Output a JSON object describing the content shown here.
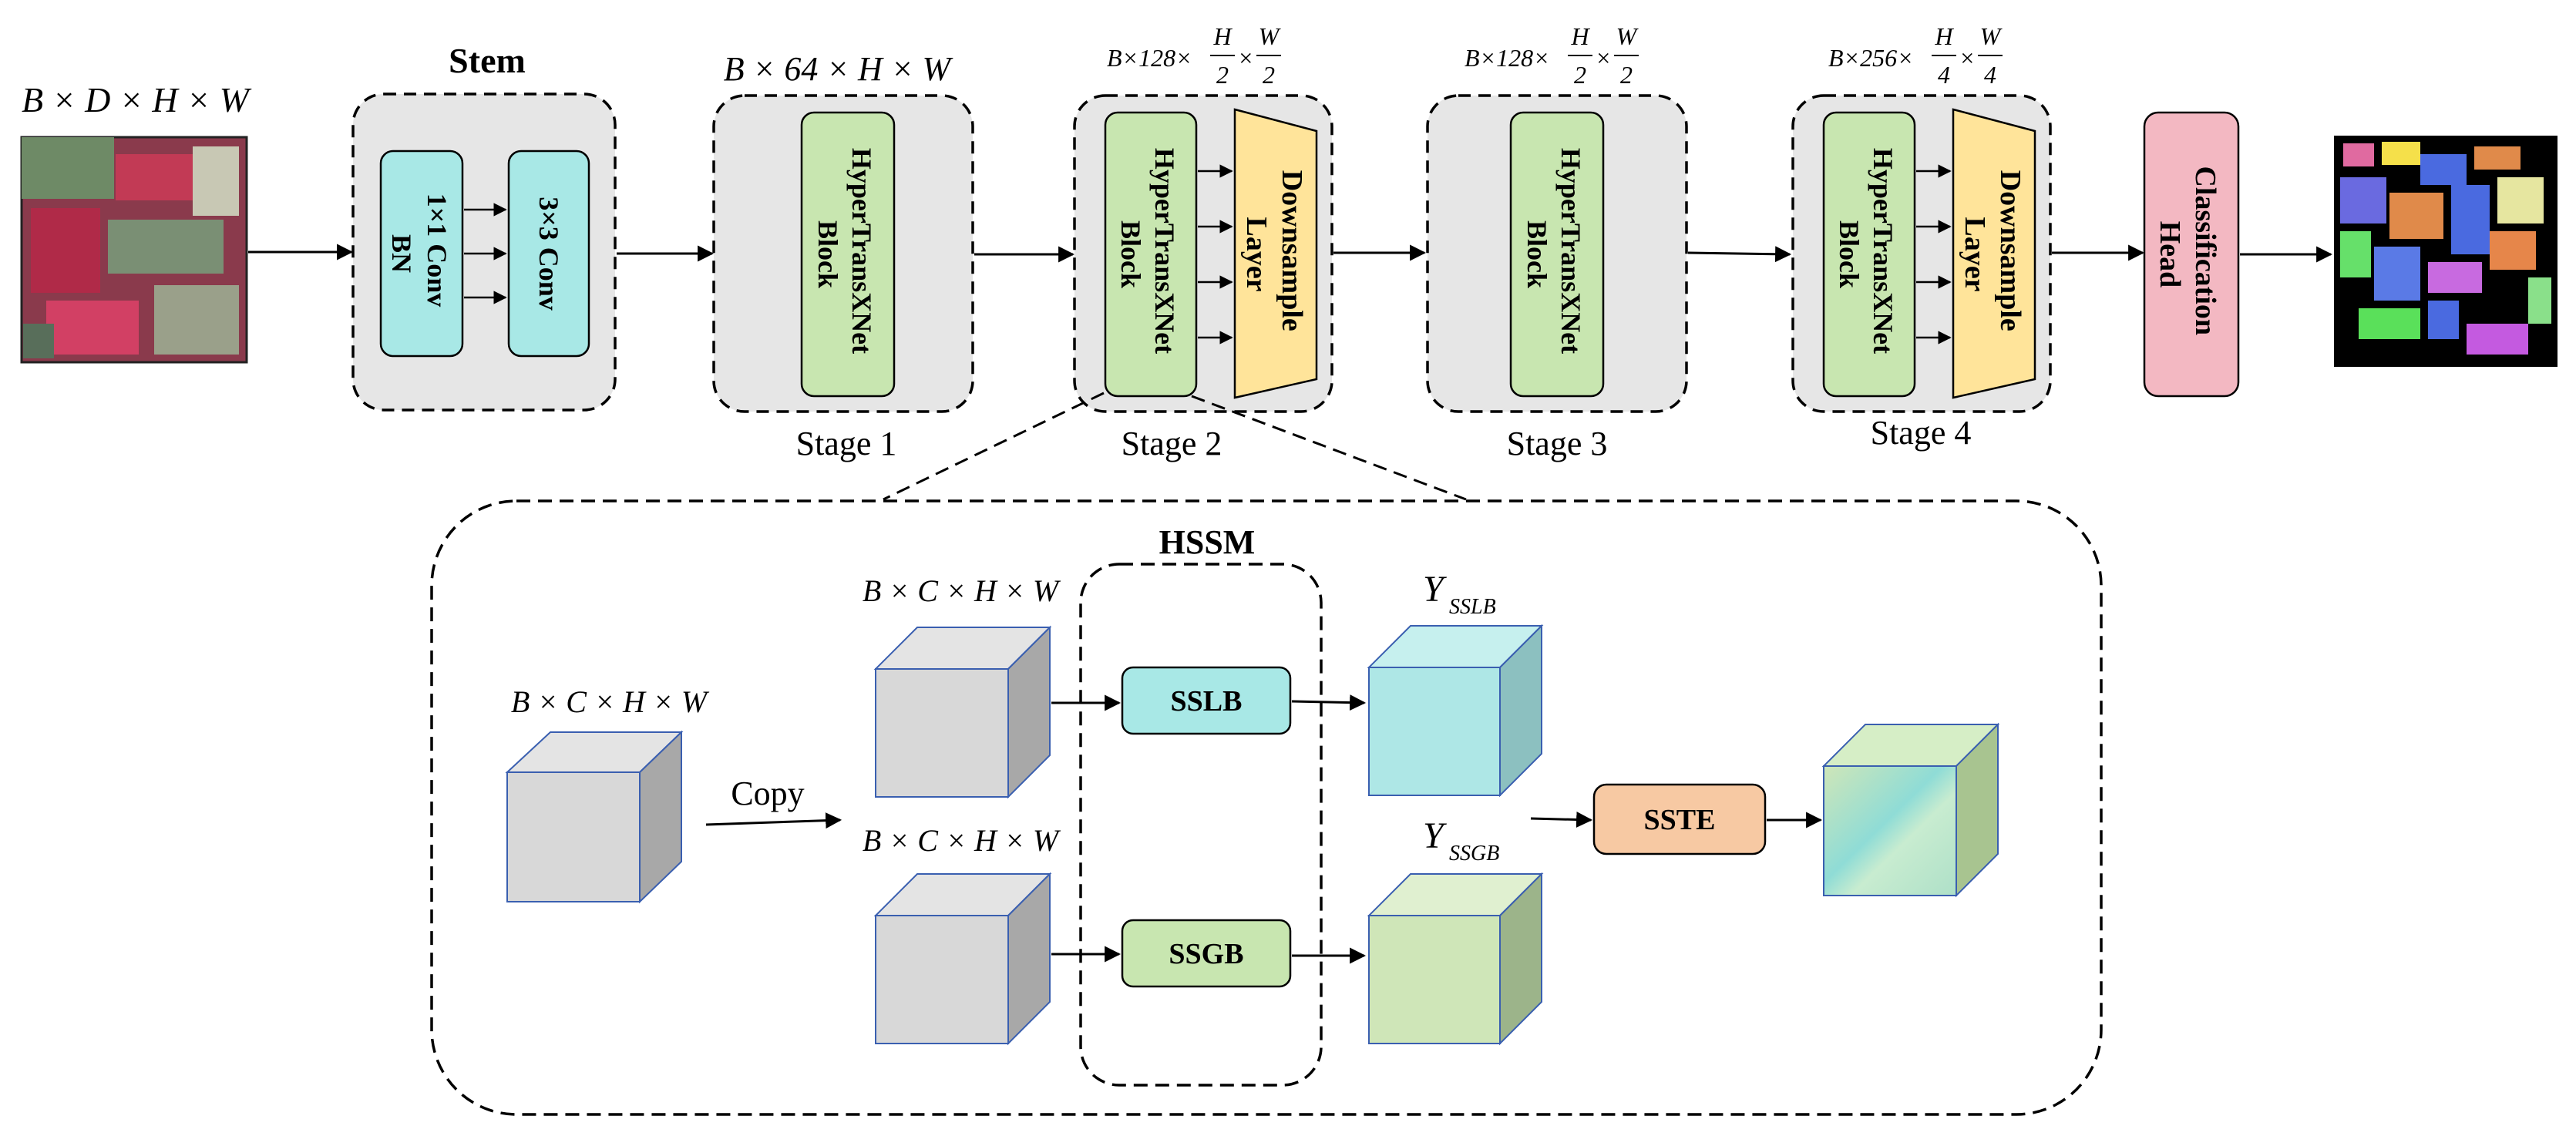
{
  "input": {
    "dims_label": "B × D × H × W"
  },
  "output_map": {},
  "stem": {
    "title": "Stem",
    "conv1_line1": "1×1 Conv",
    "conv1_line2": "BN",
    "conv2": "3×3 Conv"
  },
  "stages": [
    {
      "dims": "B × 64 × H × W",
      "block_line1": "HyperTransXNet",
      "block_line2": "Block",
      "label": "Stage 1"
    },
    {
      "dims_prefix": "B×128×",
      "dims_h": "H",
      "dims_w": "W",
      "dims_den": "2",
      "block_line1": "HyperTransXNet",
      "block_line2": "Block",
      "down_line1": "Downsample",
      "down_line2": "Layer",
      "label": "Stage 2"
    },
    {
      "dims_prefix": "B×128×",
      "dims_h": "H",
      "dims_w": "W",
      "dims_den": "2",
      "block_line1": "HyperTransXNet",
      "block_line2": "Block",
      "label": "Stage 3"
    },
    {
      "dims_prefix": "B×256×",
      "dims_h": "H",
      "dims_w": "W",
      "dims_den": "4",
      "block_line1": "HyperTransXNet",
      "block_line2": "Block",
      "down_line1": "Downsample",
      "down_line2": "Layer",
      "label": "Stage 4"
    }
  ],
  "head": {
    "line1": "Classification",
    "line2": "Head"
  },
  "hssm": {
    "title": "HSSM",
    "input_dims": "B × C × H × W",
    "copy_label": "Copy",
    "branch_top_dims": "B × C × H × W",
    "branch_bottom_dims": "B × C × H × W",
    "sslb": "SSLB",
    "ssgb": "SSGB",
    "y_top": "Y",
    "y_top_sub": "SSLB",
    "y_bottom": "Y",
    "y_bottom_sub": "SSGB",
    "sste": "SSTE"
  },
  "colors": {
    "teal_box": "#a8e8e6",
    "green_box": "#c8e6b0",
    "yellow_box": "#ffe49a",
    "pink_box": "#f3b8c2",
    "orange_box": "#f7c9a3",
    "panel_gray": "#e6e6e6",
    "cube_gray": "#d8d8d8",
    "cube_teal": "#aee7e6",
    "cube_green": "#cfe6b8"
  }
}
